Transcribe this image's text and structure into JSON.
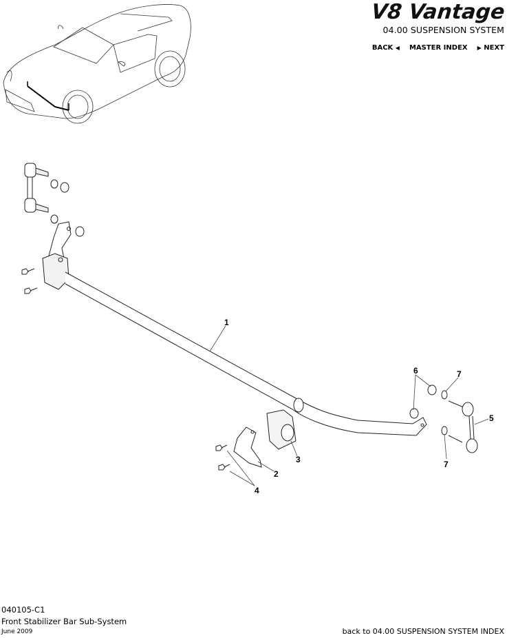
{
  "header": {
    "brand": "V8 Vantage",
    "section_title": "04.00 SUSPENSION SYSTEM",
    "nav": {
      "back_label": "BACK",
      "master_index_label": "MASTER INDEX",
      "next_label": "NEXT"
    }
  },
  "diagram": {
    "callouts": [
      {
        "id": "1",
        "label": "1"
      },
      {
        "id": "2",
        "label": "2"
      },
      {
        "id": "3",
        "label": "3"
      },
      {
        "id": "4",
        "label": "4"
      },
      {
        "id": "5",
        "label": "5"
      },
      {
        "id": "6",
        "label": "6"
      },
      {
        "id": "7a",
        "label": "7"
      },
      {
        "id": "7b",
        "label": "7"
      }
    ]
  },
  "footer": {
    "code": "040105-C1",
    "title": "Front Stabilizer Bar Sub-System",
    "date": "June 2009",
    "back_link": "back to 04.00 SUSPENSION SYSTEM INDEX"
  }
}
